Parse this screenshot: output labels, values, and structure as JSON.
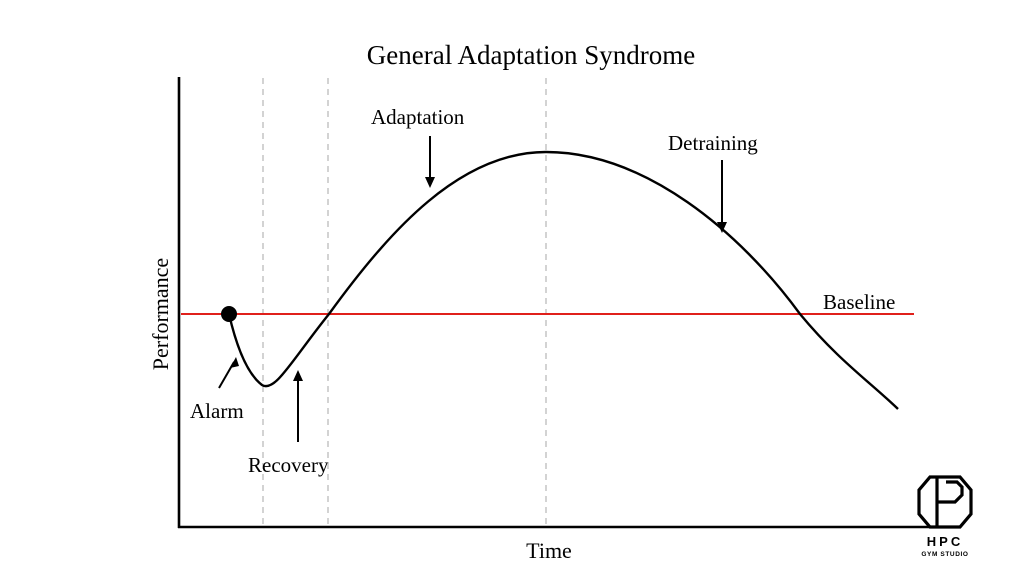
{
  "chart_data": {
    "type": "line",
    "title": "General Adaptation Syndrome",
    "xlabel": "Time",
    "ylabel": "Performance",
    "baseline": {
      "label": "Baseline",
      "value": 0,
      "color": "#e0201b"
    },
    "curve_color": "#000000",
    "grid": false,
    "annotations": [
      {
        "label": "Alarm"
      },
      {
        "label": "Recovery"
      },
      {
        "label": "Adaptation"
      },
      {
        "label": "Detraining"
      }
    ]
  },
  "logo": {
    "primary": "HPC",
    "secondary": "GYM STUDIO"
  }
}
